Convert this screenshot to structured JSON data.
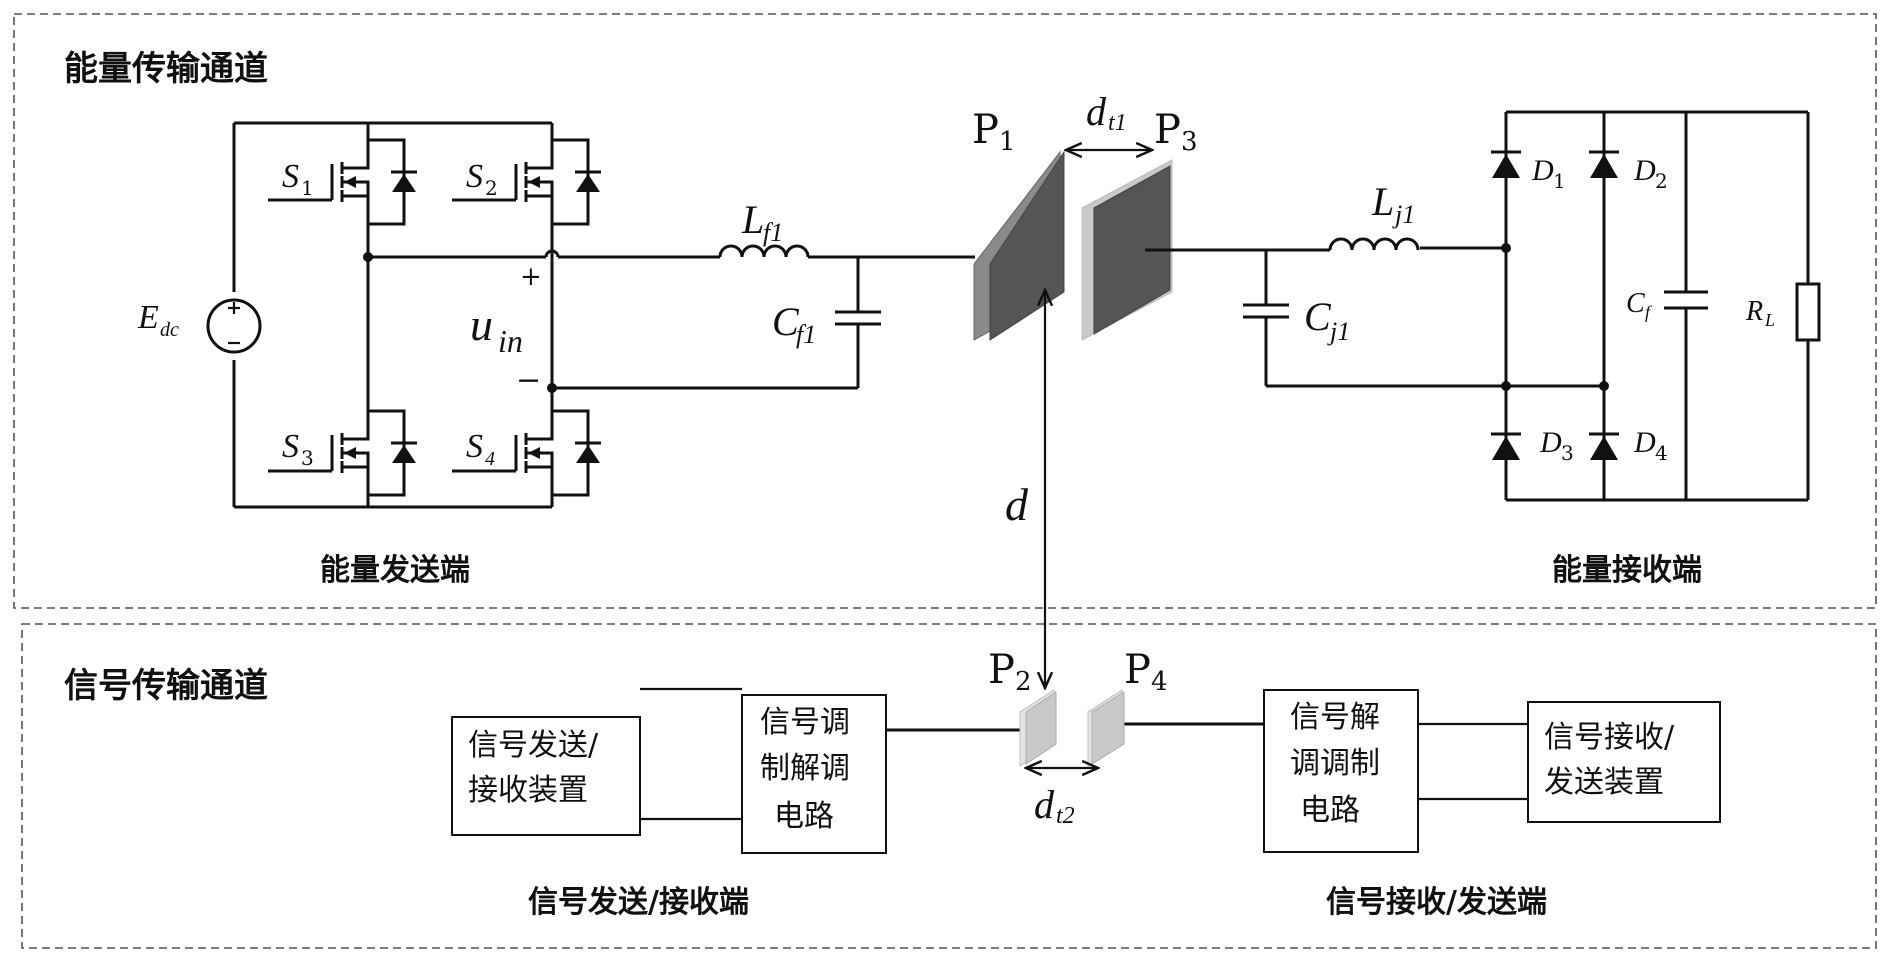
{
  "panels": {
    "energy_title": "能量传输通道",
    "signal_title": "信号传输通道"
  },
  "energy": {
    "sender_label": "能量发送端",
    "receiver_label": "能量接收端",
    "switches": [
      {
        "main": "S",
        "sub": "1"
      },
      {
        "main": "S",
        "sub": "2"
      },
      {
        "main": "S",
        "sub": "3"
      },
      {
        "main": "S",
        "sub": "4"
      }
    ],
    "source": {
      "main": "E",
      "sub": "dc"
    },
    "uin": {
      "main": "u",
      "sub": "in",
      "plus": "+",
      "minus": "−"
    },
    "Lf1": {
      "main": "L",
      "sub": "f1"
    },
    "Cf1": {
      "main": "C",
      "sub": "f1"
    },
    "Lj1": {
      "main": "L",
      "sub": "j1"
    },
    "Cj1": {
      "main": "C",
      "sub": "j1"
    },
    "Cf": {
      "main": "C",
      "sub": "f"
    },
    "RL": {
      "main": "R",
      "sub": "L"
    },
    "diodes": [
      {
        "main": "D",
        "sub": "1"
      },
      {
        "main": "D",
        "sub": "2"
      },
      {
        "main": "D",
        "sub": "3"
      },
      {
        "main": "D",
        "sub": "4"
      }
    ],
    "plates": [
      {
        "main": "P",
        "sub": "1"
      },
      {
        "main": "P",
        "sub": "3"
      }
    ],
    "dt1": {
      "main": "d",
      "sub": "t1"
    },
    "d": "d"
  },
  "signal": {
    "plates": [
      {
        "main": "P",
        "sub": "2"
      },
      {
        "main": "P",
        "sub": "4"
      }
    ],
    "dt2": {
      "main": "d",
      "sub": "t2"
    },
    "left_device": [
      "信号发送/",
      "接收装置"
    ],
    "left_modem": [
      "信号调",
      "制解调",
      "电路"
    ],
    "right_modem": [
      "信号解",
      "调调制",
      "电路"
    ],
    "right_device": [
      "信号接收/",
      "发送装置"
    ],
    "sender_label": "信号发送/接收端",
    "receiver_label": "信号接收/发送端"
  },
  "colors": {
    "plate_dark_face": "#555555",
    "plate_dark_side": "#8a8a8a",
    "plate_light_face": "#c9c9c9",
    "plate_light_side": "#e4e4e4"
  }
}
